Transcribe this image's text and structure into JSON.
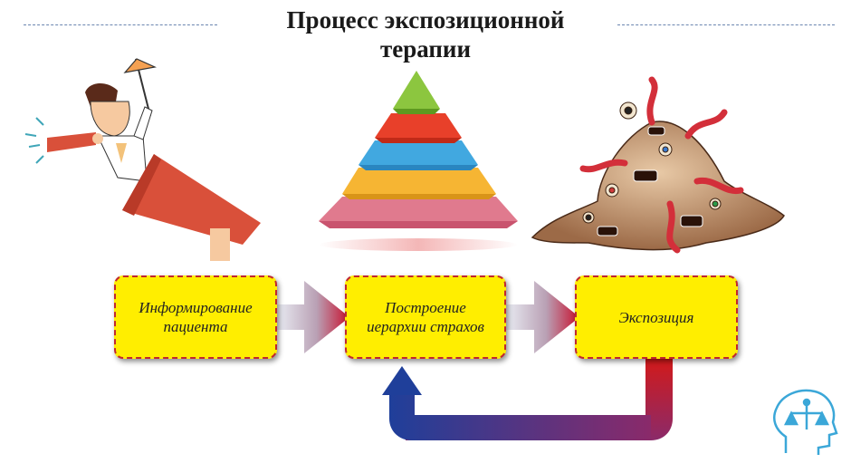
{
  "title": {
    "line1": "Процесс экспозиционной",
    "line2": "терапии"
  },
  "steps": [
    {
      "label_line1": "Информирование",
      "label_line2": "пациента"
    },
    {
      "label_line1": "Построение",
      "label_line2": "иерархии страхов"
    },
    {
      "label_line1": "Экспозиция",
      "label_line2": ""
    }
  ],
  "icons": {
    "informing": "megaphone-person-icon",
    "hierarchy": "pyramid-icon",
    "exposure": "monster-pile-icon",
    "logo": "head-scales-logo-icon"
  },
  "colors": {
    "box_fill": "#ffee00",
    "box_border": "#c1272d",
    "arrow_red": "#c8102e",
    "arrow_blue": "#1f3f9a"
  }
}
